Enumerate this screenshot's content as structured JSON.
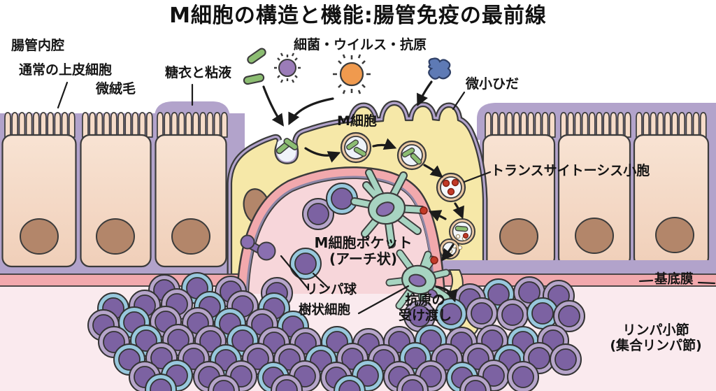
{
  "title": "M細胞の構造と機能:腸管免疫の最前線",
  "labels": {
    "lumen": "腸管内腔",
    "epithelial": "通常の上皮細胞",
    "microvilli": "微絨毛",
    "glycocalyx": "糖衣と粘液",
    "pathogens": "細菌・ウイルス・抗原",
    "microfolds": "微小ひだ",
    "m_cell": "M細胞",
    "transcytosis": "トランスサイトーシス小胞",
    "pocket_line1": "M細胞ポケット",
    "pocket_line2": "(アーチ状)",
    "lymphocyte": "リンパ球",
    "dendritic": "樹状細胞",
    "handover_line1": "抗原の",
    "handover_line2": "受け渡し",
    "basement": "基底膜",
    "nodule_line1": "リンパ小節",
    "nodule_line2": "(集合リンパ節)"
  },
  "colors": {
    "m_cell_yellow": "#f6e8a8",
    "epithelial_peach": "#f4d6c2",
    "nucleus_brown": "#b3866a",
    "mucus_purple": "#b2a3cb",
    "basement_pink": "#f2a9ad",
    "pocket_pink": "#f7d6da",
    "lamina_pink": "#faeaee",
    "lymphocyte_core": "#7c62a2",
    "lymphocyte_ring_lavender": "#b6a5ca",
    "lymphocyte_ring_blue": "#98c8dd",
    "dendritic_teal": "#a7d4c1",
    "bacteria_green": "#8cbd72",
    "virus_purple": "#9b7cb8",
    "virus_orange": "#f09a4e",
    "antigen_blue": "#5e7ab5",
    "antigen_red": "#c23a28",
    "outline_dark": "#3b3b3b"
  }
}
